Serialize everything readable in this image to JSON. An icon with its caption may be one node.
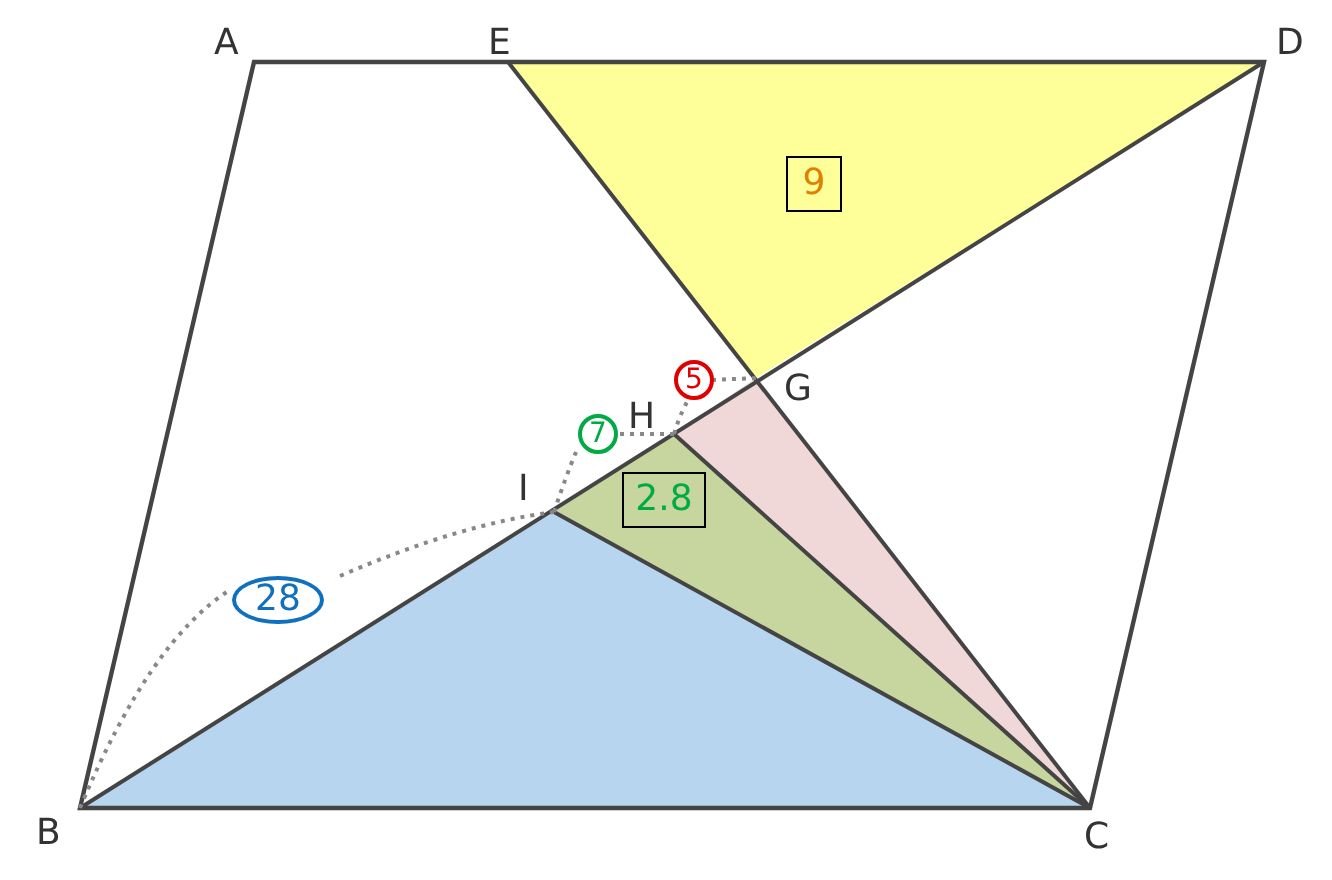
{
  "diagram": {
    "nodes": [
      {
        "text": [
          "9"
        ]
      },
      {
        "text": [
          "5"
        ]
      },
      {
        "text": [
          "7"
        ]
      },
      {
        "text": [
          "2.8"
        ]
      },
      {
        "text": [
          "28"
        ]
      }
    ],
    "labels": [
      "A",
      "E",
      "D",
      "G",
      "H",
      "I",
      "B",
      "C"
    ]
  }
}
